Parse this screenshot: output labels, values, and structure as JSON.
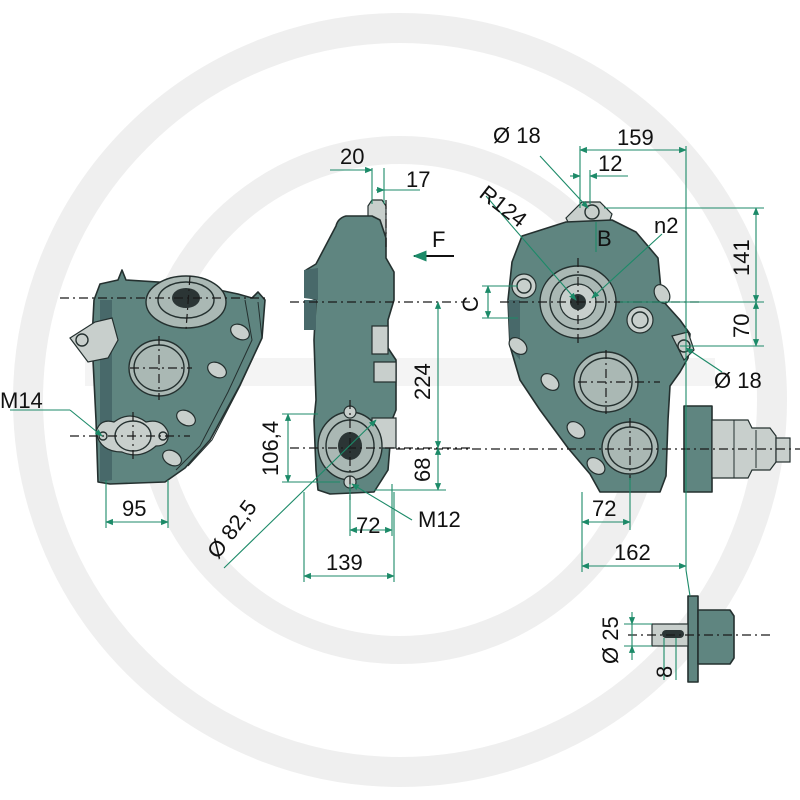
{
  "colors": {
    "body": "#5f8580",
    "body_shade": "#48696a",
    "boss": "#aab8b4",
    "light": "#c8cfcc",
    "outline": "#24302f",
    "dimension": "#1c8a68",
    "text": "#111111",
    "watermark": "#efefef"
  },
  "labels": {
    "d18_top": "Ø 18",
    "w159": "159",
    "w12": "12",
    "w20": "20",
    "w17": "17",
    "r124": "R124",
    "n2": "n2",
    "b": "B",
    "f": "F",
    "h141": "141",
    "c": "C",
    "h70": "70",
    "d18_right": "Ø 18",
    "m14": "M14",
    "h224": "224",
    "h106_4": "106,4",
    "h68": "68",
    "w95": "95",
    "w72_side": "72",
    "m12": "M12",
    "w72_front": "72",
    "d82_5": "Ø 82,5",
    "w139": "139",
    "w162": "162",
    "d25": "Ø 25",
    "w8": "8"
  }
}
